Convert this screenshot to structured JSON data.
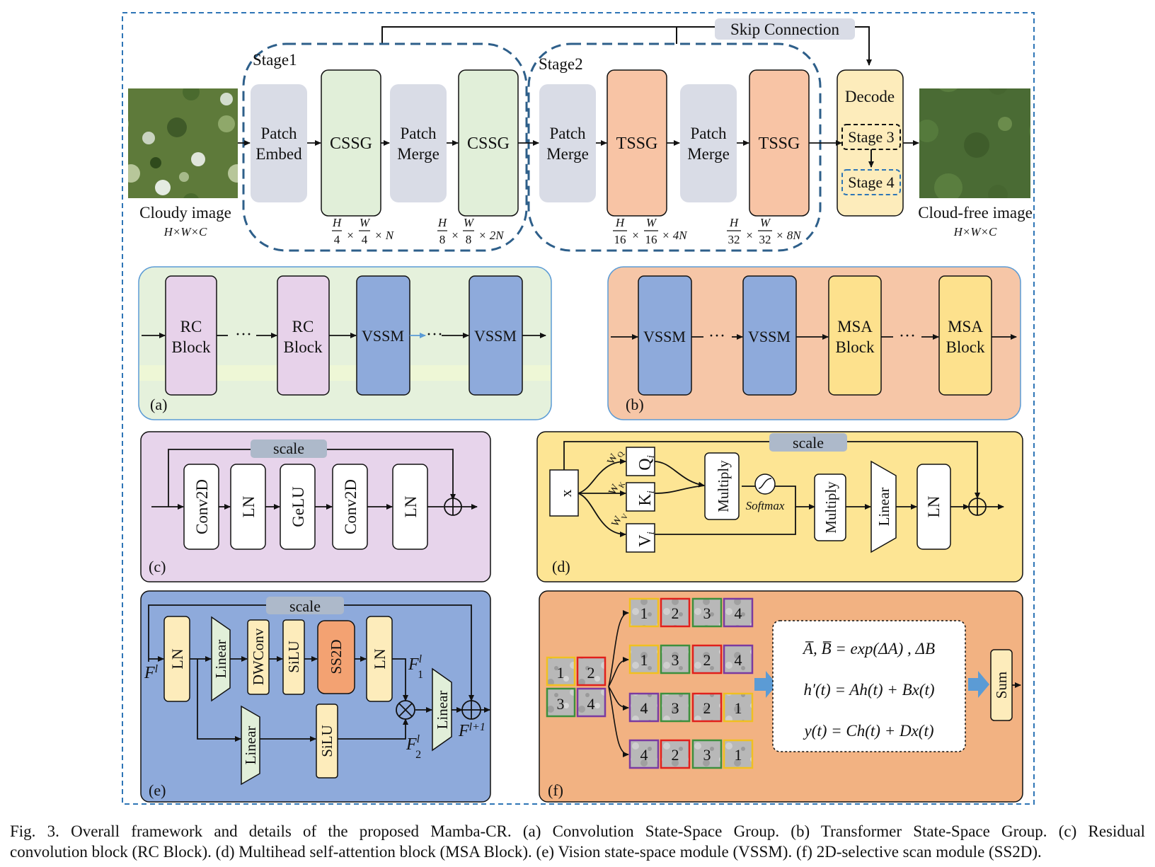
{
  "top": {
    "skip_connection": "Skip Connection",
    "stage1": "Stage1",
    "stage2": "Stage2",
    "patch": "Patch",
    "embed": "Embed",
    "merge": "Merge",
    "cssg": "CSSG",
    "tssg": "TSSG",
    "decode": "Decode",
    "stage3": "Stage 3",
    "stage4": "Stage 4",
    "cloudy_label": "Cloudy image",
    "cloudfree_label": "Cloud-free image",
    "hwc": "H×W×C",
    "dims": [
      {
        "num1": "H",
        "den1": "4",
        "num2": "W",
        "den2": "4",
        "tail": "× N"
      },
      {
        "num1": "H",
        "den1": "8",
        "num2": "W",
        "den2": "8",
        "tail": "× 2N"
      },
      {
        "num1": "H",
        "den1": "16",
        "num2": "W",
        "den2": "16",
        "tail": "× 4N"
      },
      {
        "num1": "H",
        "den1": "32",
        "num2": "W",
        "den2": "32",
        "tail": "× 8N"
      }
    ],
    "times": "×"
  },
  "panel_a": {
    "tag": "(a)",
    "rc1": "RC",
    "rc2": "Block",
    "vssm": "VSSM",
    "dots": "···"
  },
  "panel_b": {
    "tag": "(b)",
    "vssm": "VSSM",
    "msa1": "MSA",
    "msa2": "Block",
    "dots": "···"
  },
  "panel_c": {
    "tag": "(c)",
    "scale": "scale",
    "blocks": [
      "Conv2D",
      "LN",
      "GeLU",
      "Conv2D",
      "LN"
    ]
  },
  "panel_d": {
    "tag": "(d)",
    "scale": "scale",
    "x": "x",
    "q": "Q",
    "k": "K",
    "v": "V",
    "i": "i",
    "wq": "W",
    "wk": "W",
    "wv": "W",
    "sq": "Q",
    "sk": "K",
    "sv": "V",
    "multiply": "Multiply",
    "softmax": "Softmax",
    "linear": "Linear",
    "ln": "LN"
  },
  "panel_e": {
    "tag": "(e)",
    "scale": "scale",
    "ln": "LN",
    "linear": "Linear",
    "dwconv": "DWConv",
    "silu": "SiLU",
    "ss2d": "SS2D",
    "fl": "F",
    "fl_sup": "l",
    "f1": "F",
    "f1_sup": "l",
    "f1_sub": "1",
    "f2": "F",
    "f2_sup": "l",
    "f2_sub": "2",
    "flp1_sup": "l+1"
  },
  "panel_f": {
    "tag": "(f)",
    "grid": [
      "1",
      "2",
      "3",
      "4"
    ],
    "rows": [
      [
        "1",
        "2",
        "3",
        "4"
      ],
      [
        "1",
        "3",
        "2",
        "4"
      ],
      [
        "4",
        "3",
        "2",
        "1"
      ],
      [
        "4",
        "2",
        "3",
        "1"
      ]
    ],
    "eq1": "A̅, B̅ = exp(ΔA) , ΔB",
    "eq2": "h′(t) = Ah(t) + Bx(t)",
    "eq3": "y(t) = Ch(t) + Dx(t)",
    "sum": "Sum"
  },
  "caption": {
    "line1": "Fig. 3.    Overall framework and details of the proposed Mamba-CR. (a) Convolution State-Space Group. (b) Transformer State-Space Group. (c) Residual",
    "line2": "convolution block (RC Block). (d) Multihead self-attention block (MSA Block). (e) Vision state-space module (VSSM). (f) 2D-selective scan module (SS2D)."
  },
  "colors": {
    "green_block": "#e1efd9",
    "gray_block": "#d9dce6",
    "salmon_block": "#f8c4a5",
    "cream_block": "#fdecbb",
    "panel_a": "#e5f1dc",
    "panel_b": "#f6c6a7",
    "panel_c": "#e7d4eb",
    "panel_d": "#fde594",
    "panel_e": "#8eaadb",
    "panel_f": "#f2b282",
    "rc_block": "#e7d2ea",
    "vssm_block": "#8eaadb",
    "msa_block": "#fde18d",
    "dash_blue": "#2e5f8a",
    "white": "#ffffff",
    "yellow_cell": "#f0c020",
    "red_cell": "#e0201c",
    "green_cell": "#3d8f3d",
    "purple_cell": "#7b3aa0"
  }
}
